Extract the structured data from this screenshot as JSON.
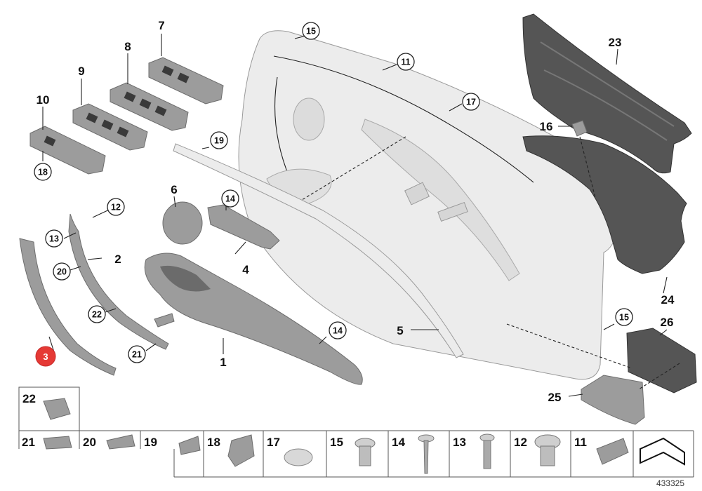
{
  "callouts": {
    "c1": "1",
    "c2": "2",
    "c3": "3",
    "c4": "4",
    "c5": "5",
    "c6": "6",
    "c7": "7",
    "c8": "8",
    "c9": "9",
    "c10": "10",
    "c11": "11",
    "c12": "12",
    "c13": "13",
    "c14a": "14",
    "c14b": "14",
    "c15a": "15",
    "c15b": "15",
    "c16": "16",
    "c17": "17",
    "c18": "18",
    "c19": "19",
    "c20": "20",
    "c21": "21",
    "c22": "22",
    "c23": "23",
    "c24": "24",
    "c25": "25",
    "c26": "26"
  },
  "highlighted_callout": "3",
  "legend": {
    "top_cell": "22",
    "cells": [
      "21",
      "20",
      "19",
      "18",
      "17",
      "15",
      "14",
      "13",
      "12",
      "11"
    ]
  },
  "diagram_number": "433325",
  "colors": {
    "highlight": "#e53935",
    "line": "#222222",
    "part_light": "#ececec",
    "part_dark": "#555555"
  }
}
